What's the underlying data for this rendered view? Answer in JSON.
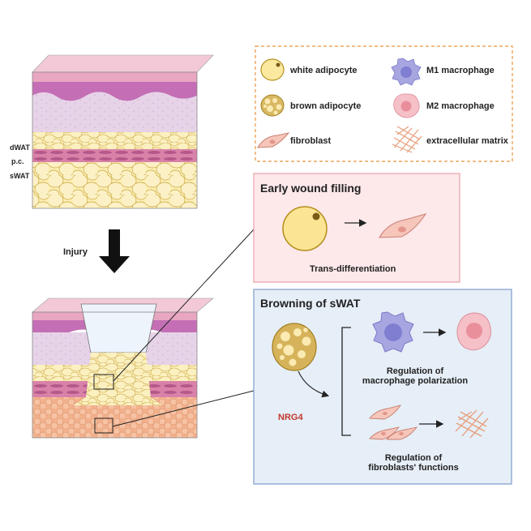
{
  "skin": {
    "layer_labels": [
      "dWAT",
      "p.c.",
      "sWAT"
    ],
    "injury_label": "Injury"
  },
  "legend": {
    "items": [
      {
        "icon": "white-adipocyte-icon",
        "label": "white adipocyte"
      },
      {
        "icon": "m1-macrophage-icon",
        "label": "M1 macrophage"
      },
      {
        "icon": "brown-adipocyte-icon",
        "label": "brown adipocyte"
      },
      {
        "icon": "m2-macrophage-icon",
        "label": "M2 macrophage"
      },
      {
        "icon": "fibroblast-icon",
        "label": "fibroblast"
      },
      {
        "icon": "extracellular-matrix-icon",
        "label": "extracellular matrix"
      }
    ]
  },
  "early_panel": {
    "title": "Early wound filling",
    "caption": "Trans-differentiation"
  },
  "browning_panel": {
    "title": "Browning of sWAT",
    "factor": "NRG4",
    "caption_macrophage": "Regulation of macrophage polarization",
    "caption_macrophage_lines": [
      "Regulation of",
      "macrophage polarization"
    ],
    "caption_fibroblast_lines": [
      "Regulation of",
      "fibroblasts' functions"
    ]
  },
  "colors": {
    "epidermis": "#e8b4c8",
    "dermis_top": "#c77fbe",
    "dermis": "#e3cfe6",
    "fat": "#fbeeb4",
    "fat_outline": "#c9a53a",
    "muscle": "#d46c9c",
    "injury_fat": "#f3b48f",
    "early_bg": "#fde8ea",
    "early_border": "#e8a2ab",
    "browning_bg": "#e6eef7",
    "browning_border": "#7e9ccb",
    "legend_border": "#e8953d",
    "nrg4": "#c0392b"
  }
}
